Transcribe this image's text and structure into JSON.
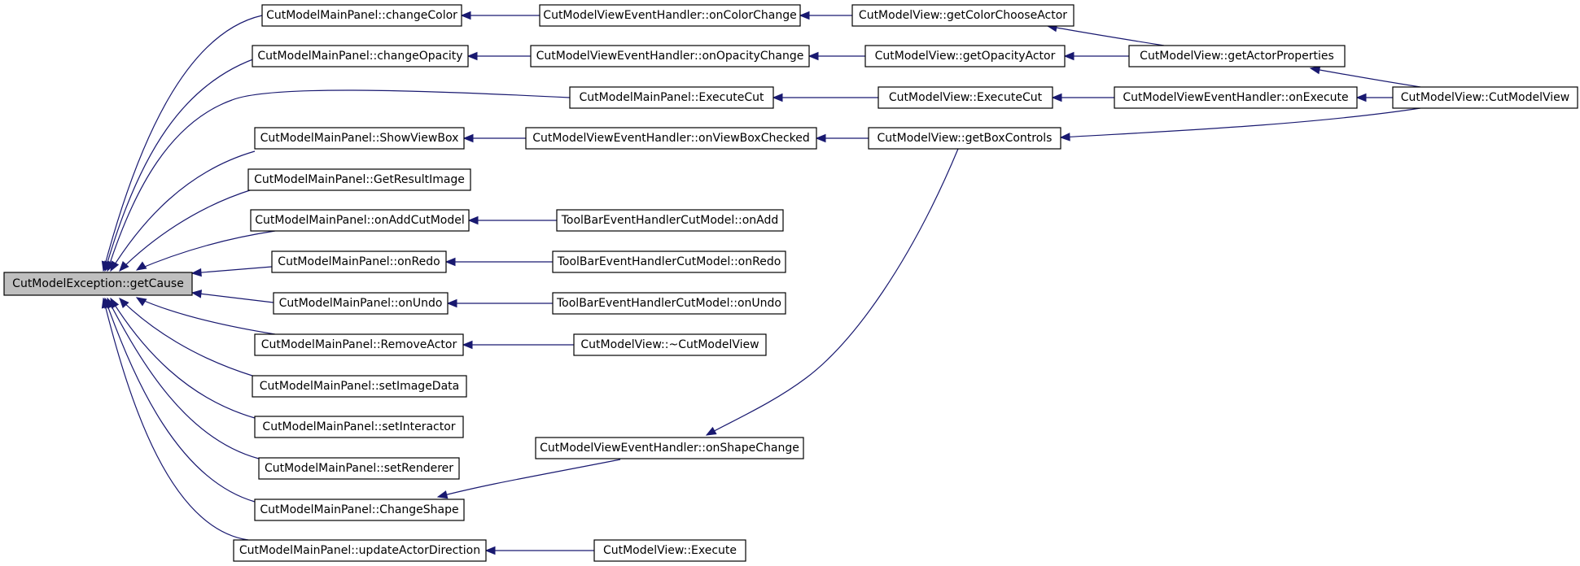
{
  "colors": {
    "edge": "#191970",
    "root_fill": "#bfbfbf",
    "node_fill": "#ffffff",
    "border": "#000000"
  },
  "nodes": [
    {
      "id": "root",
      "label": "CutModelException::getCause",
      "root": true
    },
    {
      "id": "n1",
      "label": "CutModelMainPanel::changeColor"
    },
    {
      "id": "n2",
      "label": "CutModelMainPanel::changeOpacity"
    },
    {
      "id": "n3",
      "label": "CutModelMainPanel::ExecuteCut"
    },
    {
      "id": "n4",
      "label": "CutModelMainPanel::ShowViewBox"
    },
    {
      "id": "n5",
      "label": "CutModelMainPanel::GetResultImage"
    },
    {
      "id": "n6",
      "label": "CutModelMainPanel::onAddCutModel"
    },
    {
      "id": "n7",
      "label": "CutModelMainPanel::onRedo"
    },
    {
      "id": "n8",
      "label": "CutModelMainPanel::onUndo"
    },
    {
      "id": "n9",
      "label": "CutModelMainPanel::RemoveActor"
    },
    {
      "id": "n10",
      "label": "CutModelMainPanel::setImageData"
    },
    {
      "id": "n11",
      "label": "CutModelMainPanel::setInteractor"
    },
    {
      "id": "n12",
      "label": "CutModelMainPanel::setRenderer"
    },
    {
      "id": "n13",
      "label": "CutModelMainPanel::ChangeShape"
    },
    {
      "id": "n14",
      "label": "CutModelMainPanel::updateActorDirection"
    },
    {
      "id": "e1",
      "label": "CutModelViewEventHandler::onColorChange"
    },
    {
      "id": "e2",
      "label": "CutModelViewEventHandler::onOpacityChange"
    },
    {
      "id": "e3",
      "label": "CutModelViewEventHandler::onViewBoxChecked"
    },
    {
      "id": "t1",
      "label": "ToolBarEventHandlerCutModel::onAdd"
    },
    {
      "id": "t2",
      "label": "ToolBarEventHandlerCutModel::onRedo"
    },
    {
      "id": "t3",
      "label": "ToolBarEventHandlerCutModel::onUndo"
    },
    {
      "id": "d1",
      "label": "CutModelView::~CutModelView"
    },
    {
      "id": "e4",
      "label": "CutModelViewEventHandler::onShapeChange"
    },
    {
      "id": "x1",
      "label": "CutModelView::Execute"
    },
    {
      "id": "v1",
      "label": "CutModelView::getColorChooseActor"
    },
    {
      "id": "v2",
      "label": "CutModelView::getOpacityActor"
    },
    {
      "id": "v3",
      "label": "CutModelView::ExecuteCut"
    },
    {
      "id": "v4",
      "label": "CutModelView::getBoxControls"
    },
    {
      "id": "v5",
      "label": "CutModelView::getActorProperties"
    },
    {
      "id": "v6",
      "label": "CutModelViewEventHandler::onExecute"
    },
    {
      "id": "v7",
      "label": "CutModelView::CutModelView"
    }
  ],
  "edges": [
    {
      "from": "n1",
      "to": "root"
    },
    {
      "from": "n2",
      "to": "root"
    },
    {
      "from": "n3",
      "to": "root"
    },
    {
      "from": "n4",
      "to": "root"
    },
    {
      "from": "n5",
      "to": "root"
    },
    {
      "from": "n6",
      "to": "root"
    },
    {
      "from": "n7",
      "to": "root"
    },
    {
      "from": "n8",
      "to": "root"
    },
    {
      "from": "n9",
      "to": "root"
    },
    {
      "from": "n10",
      "to": "root"
    },
    {
      "from": "n11",
      "to": "root"
    },
    {
      "from": "n12",
      "to": "root"
    },
    {
      "from": "n13",
      "to": "root"
    },
    {
      "from": "n14",
      "to": "root"
    },
    {
      "from": "e1",
      "to": "n1"
    },
    {
      "from": "e2",
      "to": "n2"
    },
    {
      "from": "v3",
      "to": "n3"
    },
    {
      "from": "e3",
      "to": "n4"
    },
    {
      "from": "t1",
      "to": "n6"
    },
    {
      "from": "t2",
      "to": "n7"
    },
    {
      "from": "t3",
      "to": "n8"
    },
    {
      "from": "d1",
      "to": "n9"
    },
    {
      "from": "e4",
      "to": "n13"
    },
    {
      "from": "x1",
      "to": "n14"
    },
    {
      "from": "v1",
      "to": "e1"
    },
    {
      "from": "v2",
      "to": "e2"
    },
    {
      "from": "v4",
      "to": "e3"
    },
    {
      "from": "v4",
      "to": "e4"
    },
    {
      "from": "v5",
      "to": "v1"
    },
    {
      "from": "v5",
      "to": "v2"
    },
    {
      "from": "v6",
      "to": "v3"
    },
    {
      "from": "v7",
      "to": "v5"
    },
    {
      "from": "v7",
      "to": "v6"
    },
    {
      "from": "v7",
      "to": "v4"
    }
  ]
}
